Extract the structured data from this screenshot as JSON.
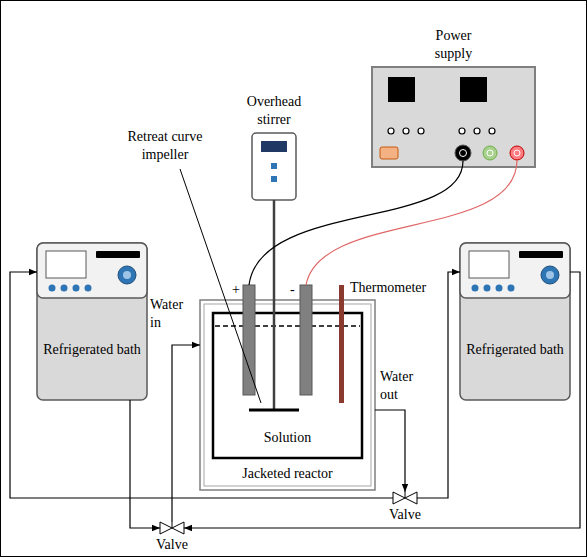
{
  "diagram": {
    "nodes": [
      {
        "text": [
          "Power supply"
        ]
      },
      {
        "text": [
          "Overhead stirrer"
        ]
      },
      {
        "text": [
          "Refrigerated bath"
        ]
      },
      {
        "text": [
          "Refrigerated bath"
        ]
      },
      {
        "text": [
          "Jacketed reactor"
        ]
      },
      {
        "text": [
          "Solution"
        ],
        "in": 4
      },
      {
        "text": [
          "Valve"
        ]
      },
      {
        "text": [
          "Valve"
        ]
      }
    ],
    "edges": [
      {
        "from": 2,
        "to": 7,
        "arrow": "to"
      },
      {
        "from": 3,
        "to": 7,
        "arrow": "to"
      },
      {
        "from": 7,
        "to": 4,
        "arrow": "to"
      },
      {
        "from": 4,
        "to": 6,
        "arrow": "to"
      },
      {
        "from": 6,
        "to": 2,
        "arrow": "to"
      },
      {
        "from": 6,
        "to": 3,
        "arrow": "to"
      }
    ],
    "labels": [
      "Retreat curve impeller",
      "Water in",
      "+",
      "-",
      "Thermometer",
      "Water out"
    ]
  }
}
